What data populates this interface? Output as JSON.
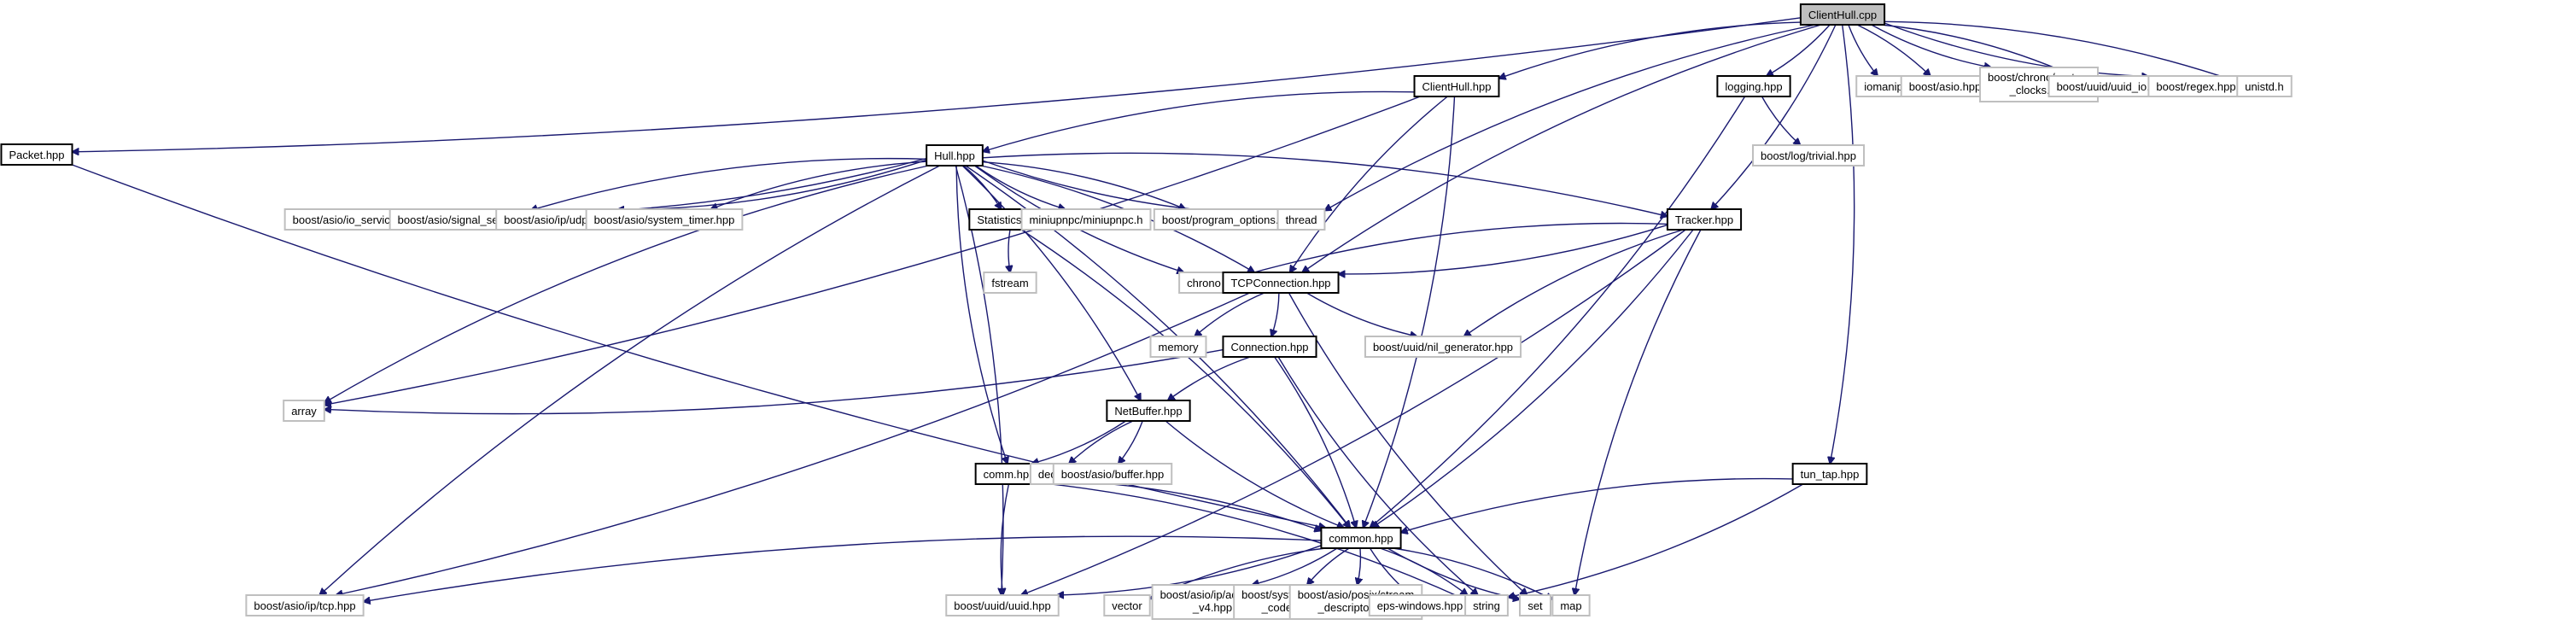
{
  "title": "ClientHull.cpp include dependency graph",
  "colors": {
    "edge": "#191970",
    "root_fill": "#bfbfbf",
    "local_border": "#000000",
    "external_border": "#bfbfbf"
  },
  "nodes": [
    {
      "id": "ClientHull_cpp",
      "label": [
        "ClientHull.cpp"
      ],
      "kind": "main"
    },
    {
      "id": "Packet_hpp",
      "label": [
        "Packet.hpp"
      ],
      "kind": "local"
    },
    {
      "id": "ClientHull_hpp",
      "label": [
        "ClientHull.hpp"
      ],
      "kind": "local"
    },
    {
      "id": "logging_hpp",
      "label": [
        "logging.hpp"
      ],
      "kind": "local"
    },
    {
      "id": "iomanip",
      "label": [
        "iomanip"
      ],
      "kind": "ext"
    },
    {
      "id": "boost_asio_hpp",
      "label": [
        "boost/asio.hpp"
      ],
      "kind": "ext"
    },
    {
      "id": "boost_chrono_system_clocks",
      "label": [
        "boost/chrono/system",
        "_clocks.hpp"
      ],
      "kind": "ext"
    },
    {
      "id": "boost_uuid_uuid_io",
      "label": [
        "boost/uuid/uuid_io.hpp"
      ],
      "kind": "ext"
    },
    {
      "id": "boost_regex",
      "label": [
        "boost/regex.hpp"
      ],
      "kind": "ext"
    },
    {
      "id": "unistd_h",
      "label": [
        "unistd.h"
      ],
      "kind": "ext"
    },
    {
      "id": "boost_log_trivial",
      "label": [
        "boost/log/trivial.hpp"
      ],
      "kind": "ext"
    },
    {
      "id": "Hull_hpp",
      "label": [
        "Hull.hpp"
      ],
      "kind": "local"
    },
    {
      "id": "boost_asio_io_service",
      "label": [
        "boost/asio/io_service.hpp"
      ],
      "kind": "ext"
    },
    {
      "id": "boost_asio_signal_set",
      "label": [
        "boost/asio/signal_set.hpp"
      ],
      "kind": "ext"
    },
    {
      "id": "boost_asio_ip_udp",
      "label": [
        "boost/asio/ip/udp.hpp"
      ],
      "kind": "ext"
    },
    {
      "id": "boost_asio_system_timer",
      "label": [
        "boost/asio/system_timer.hpp"
      ],
      "kind": "ext"
    },
    {
      "id": "Statistics_hpp",
      "label": [
        "Statistics.hpp"
      ],
      "kind": "local"
    },
    {
      "id": "miniupnpc_h",
      "label": [
        "miniupnpc/miniupnpc.h"
      ],
      "kind": "ext"
    },
    {
      "id": "boost_program_options",
      "label": [
        "boost/program_options.hpp"
      ],
      "kind": "ext"
    },
    {
      "id": "thread",
      "label": [
        "thread"
      ],
      "kind": "ext"
    },
    {
      "id": "Tracker_hpp",
      "label": [
        "Tracker.hpp"
      ],
      "kind": "local"
    },
    {
      "id": "fstream",
      "label": [
        "fstream"
      ],
      "kind": "ext"
    },
    {
      "id": "chrono",
      "label": [
        "chrono"
      ],
      "kind": "ext"
    },
    {
      "id": "TCPConnection_hpp",
      "label": [
        "TCPConnection.hpp"
      ],
      "kind": "local"
    },
    {
      "id": "memory",
      "label": [
        "memory"
      ],
      "kind": "ext"
    },
    {
      "id": "Connection_hpp",
      "label": [
        "Connection.hpp"
      ],
      "kind": "local"
    },
    {
      "id": "boost_uuid_nil_generator",
      "label": [
        "boost/uuid/nil_generator.hpp"
      ],
      "kind": "ext"
    },
    {
      "id": "array",
      "label": [
        "array"
      ],
      "kind": "ext"
    },
    {
      "id": "NetBuffer_hpp",
      "label": [
        "NetBuffer.hpp"
      ],
      "kind": "local"
    },
    {
      "id": "comm_hpp",
      "label": [
        "comm.hpp"
      ],
      "kind": "local"
    },
    {
      "id": "deque",
      "label": [
        "deque"
      ],
      "kind": "ext"
    },
    {
      "id": "boost_asio_buffer",
      "label": [
        "boost/asio/buffer.hpp"
      ],
      "kind": "ext"
    },
    {
      "id": "tun_tap_hpp",
      "label": [
        "tun_tap.hpp"
      ],
      "kind": "local"
    },
    {
      "id": "common_hpp",
      "label": [
        "common.hpp"
      ],
      "kind": "local"
    },
    {
      "id": "boost_asio_ip_tcp",
      "label": [
        "boost/asio/ip/tcp.hpp"
      ],
      "kind": "ext"
    },
    {
      "id": "boost_uuid_uuid",
      "label": [
        "boost/uuid/uuid.hpp"
      ],
      "kind": "ext"
    },
    {
      "id": "vector",
      "label": [
        "vector"
      ],
      "kind": "ext"
    },
    {
      "id": "boost_asio_ip_address_v4",
      "label": [
        "boost/asio/ip/address",
        "_v4.hpp"
      ],
      "kind": "ext"
    },
    {
      "id": "boost_system_error_code",
      "label": [
        "boost/system/error",
        "_code.hpp"
      ],
      "kind": "ext"
    },
    {
      "id": "boost_asio_posix_stream_descriptor",
      "label": [
        "boost/asio/posix/stream",
        "_descriptor.hpp"
      ],
      "kind": "ext"
    },
    {
      "id": "eps_windows",
      "label": [
        "eps-windows.hpp"
      ],
      "kind": "ext"
    },
    {
      "id": "string",
      "label": [
        "string"
      ],
      "kind": "ext"
    },
    {
      "id": "set",
      "label": [
        "set"
      ],
      "kind": "ext"
    },
    {
      "id": "map",
      "label": [
        "map"
      ],
      "kind": "ext"
    }
  ],
  "edges": [
    [
      "ClientHull_cpp",
      "Packet_hpp"
    ],
    [
      "ClientHull_cpp",
      "ClientHull_hpp"
    ],
    [
      "ClientHull_cpp",
      "logging_hpp"
    ],
    [
      "ClientHull_cpp",
      "iomanip"
    ],
    [
      "ClientHull_cpp",
      "boost_asio_hpp"
    ],
    [
      "ClientHull_cpp",
      "boost_chrono_system_clocks"
    ],
    [
      "ClientHull_cpp",
      "boost_uuid_uuid_io"
    ],
    [
      "ClientHull_cpp",
      "boost_regex"
    ],
    [
      "ClientHull_cpp",
      "unistd_h"
    ],
    [
      "ClientHull_cpp",
      "thread"
    ],
    [
      "ClientHull_cpp",
      "Tracker_hpp"
    ],
    [
      "ClientHull_cpp",
      "TCPConnection_hpp"
    ],
    [
      "ClientHull_cpp",
      "tun_tap_hpp"
    ],
    [
      "ClientHull_hpp",
      "Hull_hpp"
    ],
    [
      "ClientHull_hpp",
      "array"
    ],
    [
      "ClientHull_hpp",
      "TCPConnection_hpp"
    ],
    [
      "ClientHull_hpp",
      "common_hpp"
    ],
    [
      "logging_hpp",
      "boost_log_trivial"
    ],
    [
      "logging_hpp",
      "common_hpp"
    ],
    [
      "Packet_hpp",
      "common_hpp"
    ],
    [
      "Hull_hpp",
      "boost_asio_io_service"
    ],
    [
      "Hull_hpp",
      "boost_asio_signal_set"
    ],
    [
      "Hull_hpp",
      "boost_asio_ip_udp"
    ],
    [
      "Hull_hpp",
      "boost_asio_system_timer"
    ],
    [
      "Hull_hpp",
      "Statistics_hpp"
    ],
    [
      "Hull_hpp",
      "miniupnpc_h"
    ],
    [
      "Hull_hpp",
      "boost_program_options"
    ],
    [
      "Hull_hpp",
      "thread"
    ],
    [
      "Hull_hpp",
      "Tracker_hpp"
    ],
    [
      "Hull_hpp",
      "chrono"
    ],
    [
      "Hull_hpp",
      "TCPConnection_hpp"
    ],
    [
      "Hull_hpp",
      "array"
    ],
    [
      "Hull_hpp",
      "NetBuffer_hpp"
    ],
    [
      "Hull_hpp",
      "comm_hpp"
    ],
    [
      "Hull_hpp",
      "common_hpp"
    ],
    [
      "Hull_hpp",
      "boost_asio_ip_tcp"
    ],
    [
      "Hull_hpp",
      "boost_uuid_uuid"
    ],
    [
      "Statistics_hpp",
      "fstream"
    ],
    [
      "Statistics_hpp",
      "common_hpp"
    ],
    [
      "Tracker_hpp",
      "chrono"
    ],
    [
      "Tracker_hpp",
      "TCPConnection_hpp"
    ],
    [
      "Tracker_hpp",
      "boost_uuid_nil_generator"
    ],
    [
      "Tracker_hpp",
      "common_hpp"
    ],
    [
      "Tracker_hpp",
      "map"
    ],
    [
      "Tracker_hpp",
      "boost_uuid_uuid"
    ],
    [
      "TCPConnection_hpp",
      "memory"
    ],
    [
      "TCPConnection_hpp",
      "Connection_hpp"
    ],
    [
      "TCPConnection_hpp",
      "boost_uuid_nil_generator"
    ],
    [
      "TCPConnection_hpp",
      "boost_asio_ip_tcp"
    ],
    [
      "TCPConnection_hpp",
      "set"
    ],
    [
      "Connection_hpp",
      "array"
    ],
    [
      "Connection_hpp",
      "NetBuffer_hpp"
    ],
    [
      "Connection_hpp",
      "common_hpp"
    ],
    [
      "Connection_hpp",
      "string"
    ],
    [
      "NetBuffer_hpp",
      "comm_hpp"
    ],
    [
      "NetBuffer_hpp",
      "deque"
    ],
    [
      "NetBuffer_hpp",
      "boost_asio_buffer"
    ],
    [
      "NetBuffer_hpp",
      "common_hpp"
    ],
    [
      "comm_hpp",
      "common_hpp"
    ],
    [
      "comm_hpp",
      "boost_uuid_uuid"
    ],
    [
      "comm_hpp",
      "string"
    ],
    [
      "tun_tap_hpp",
      "common_hpp"
    ],
    [
      "tun_tap_hpp",
      "string"
    ],
    [
      "common_hpp",
      "boost_asio_ip_tcp"
    ],
    [
      "common_hpp",
      "boost_uuid_uuid"
    ],
    [
      "common_hpp",
      "vector"
    ],
    [
      "common_hpp",
      "boost_asio_ip_address_v4"
    ],
    [
      "common_hpp",
      "boost_system_error_code"
    ],
    [
      "common_hpp",
      "boost_asio_posix_stream_descriptor"
    ],
    [
      "common_hpp",
      "eps_windows"
    ],
    [
      "common_hpp",
      "string"
    ],
    [
      "common_hpp",
      "set"
    ],
    [
      "common_hpp",
      "map"
    ]
  ]
}
